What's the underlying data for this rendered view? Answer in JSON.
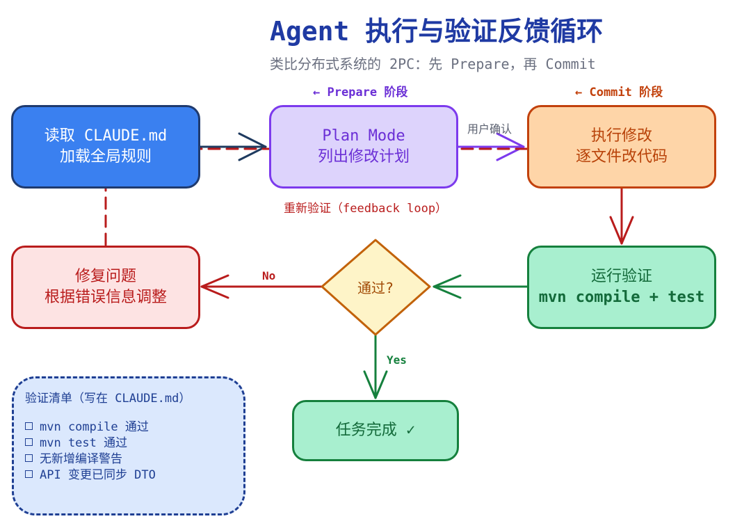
{
  "title": "Agent 执行与验证反馈循环",
  "subtitle": "类比分布式系统的 2PC：先 Prepare，再 Commit",
  "phases": {
    "prepare": "← Prepare 阶段",
    "commit": "← Commit 阶段"
  },
  "nodes": {
    "read": {
      "line1": "读取 CLAUDE.md",
      "line2": "加载全局规则"
    },
    "plan": {
      "line1": "Plan Mode",
      "line2": "列出修改计划"
    },
    "execute": {
      "line1": "执行修改",
      "line2": "逐文件改代码"
    },
    "verify": {
      "line1": "运行验证",
      "line2": "mvn compile + test"
    },
    "decision": {
      "label": "通过?"
    },
    "fix": {
      "line1": "修复问题",
      "line2": "根据错误信息调整"
    },
    "done": {
      "label": "任务完成 ✓"
    }
  },
  "edges": {
    "user_confirm": "用户确认",
    "feedback": "重新验证（feedback loop）",
    "no": "No",
    "yes": "Yes"
  },
  "checklist": {
    "title": "验证清单（写在 CLAUDE.md）",
    "items": [
      "mvn compile 通过",
      "mvn test 通过",
      "无新增编译警告",
      "API 变更已同步 DTO"
    ]
  },
  "colors": {
    "title": "#1f3aa3",
    "prepare": "#6b2fd6",
    "commit": "#c2410c",
    "read_fill": "#3a80f0",
    "plan_fill": "#ddd3fc",
    "execute_fill": "#fed5a8",
    "verify_fill": "#a8efcf",
    "fix_fill": "#fde3e3",
    "decision_fill": "#fef4c8",
    "done_fill": "#a8efcf",
    "feedback": "#b91c1c"
  }
}
